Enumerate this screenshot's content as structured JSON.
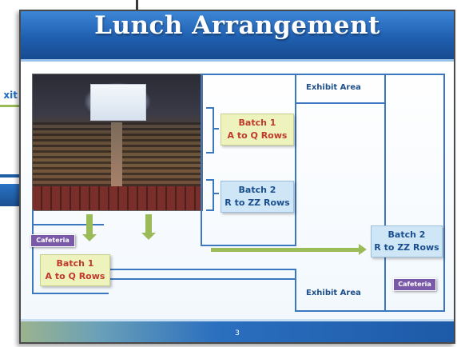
{
  "background": {
    "exit_label": "xit"
  },
  "slide": {
    "title": "Lunch Arrangement",
    "page_number": "3"
  },
  "batches": {
    "hall_batch1": {
      "line1": "Batch 1",
      "line2": "A to Q Rows"
    },
    "hall_batch2": {
      "line1": "Batch 2",
      "line2": "R to ZZ Rows"
    },
    "lower_batch1": {
      "line1": "Batch 1",
      "line2": "A to Q Rows"
    },
    "right_batch2": {
      "line1": "Batch 2",
      "line2": "R to ZZ Rows"
    }
  },
  "areas": {
    "exhibit_top": "Exhibit Area",
    "exhibit_bottom": "Exhibit Area",
    "cafeteria_left": "Cafeteria",
    "cafeteria_right": "Cafeteria"
  },
  "colors": {
    "title_blue": "#1f5fb0",
    "line_blue": "#3b78c0",
    "arrow_green": "#9bbb59",
    "batch_green_fill": "#eef3bd",
    "batch_blue_fill": "#cfe6f7",
    "cafeteria_purple": "#7a5aa8"
  },
  "icons": {
    "down_arrows": "arrow-down-icon",
    "right_arrow": "arrow-right-icon"
  }
}
